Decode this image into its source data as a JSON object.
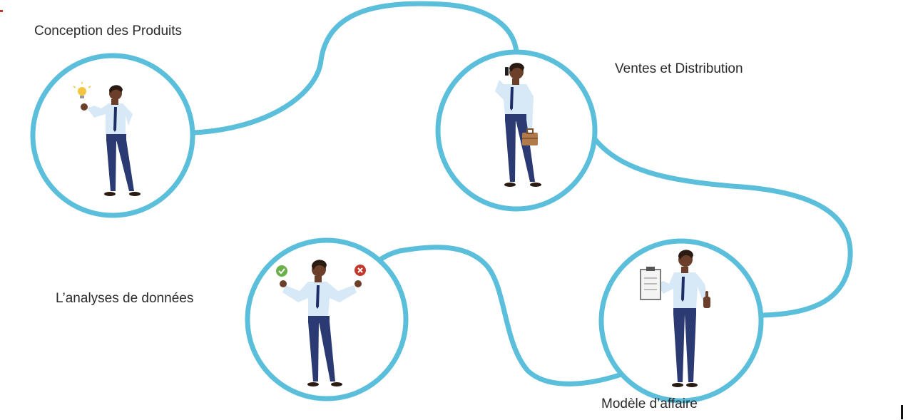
{
  "labels": {
    "step1": "Conception des Produits",
    "step2": "Ventes et Distribution",
    "step3": "L’analyses de données",
    "step4": "Modèle d’affaire"
  },
  "colors": {
    "path": "#5bbfdc",
    "shirt": "#d7e9f7",
    "pants": "#2b3a73",
    "skin": "#6b3f2a",
    "hair": "#2a1b12",
    "tie": "#1f2d66",
    "check": "#6ab04c",
    "cross": "#c0392b",
    "bulb": "#f5c542",
    "briefcase": "#b07a4a"
  },
  "icons": {
    "bulb": "lightbulb-icon",
    "phone": "phone-icon",
    "briefcase": "briefcase-icon",
    "check": "check-icon",
    "cross": "cross-icon",
    "clipboard": "clipboard-icon",
    "thumbs": "thumbs-up-icon"
  }
}
